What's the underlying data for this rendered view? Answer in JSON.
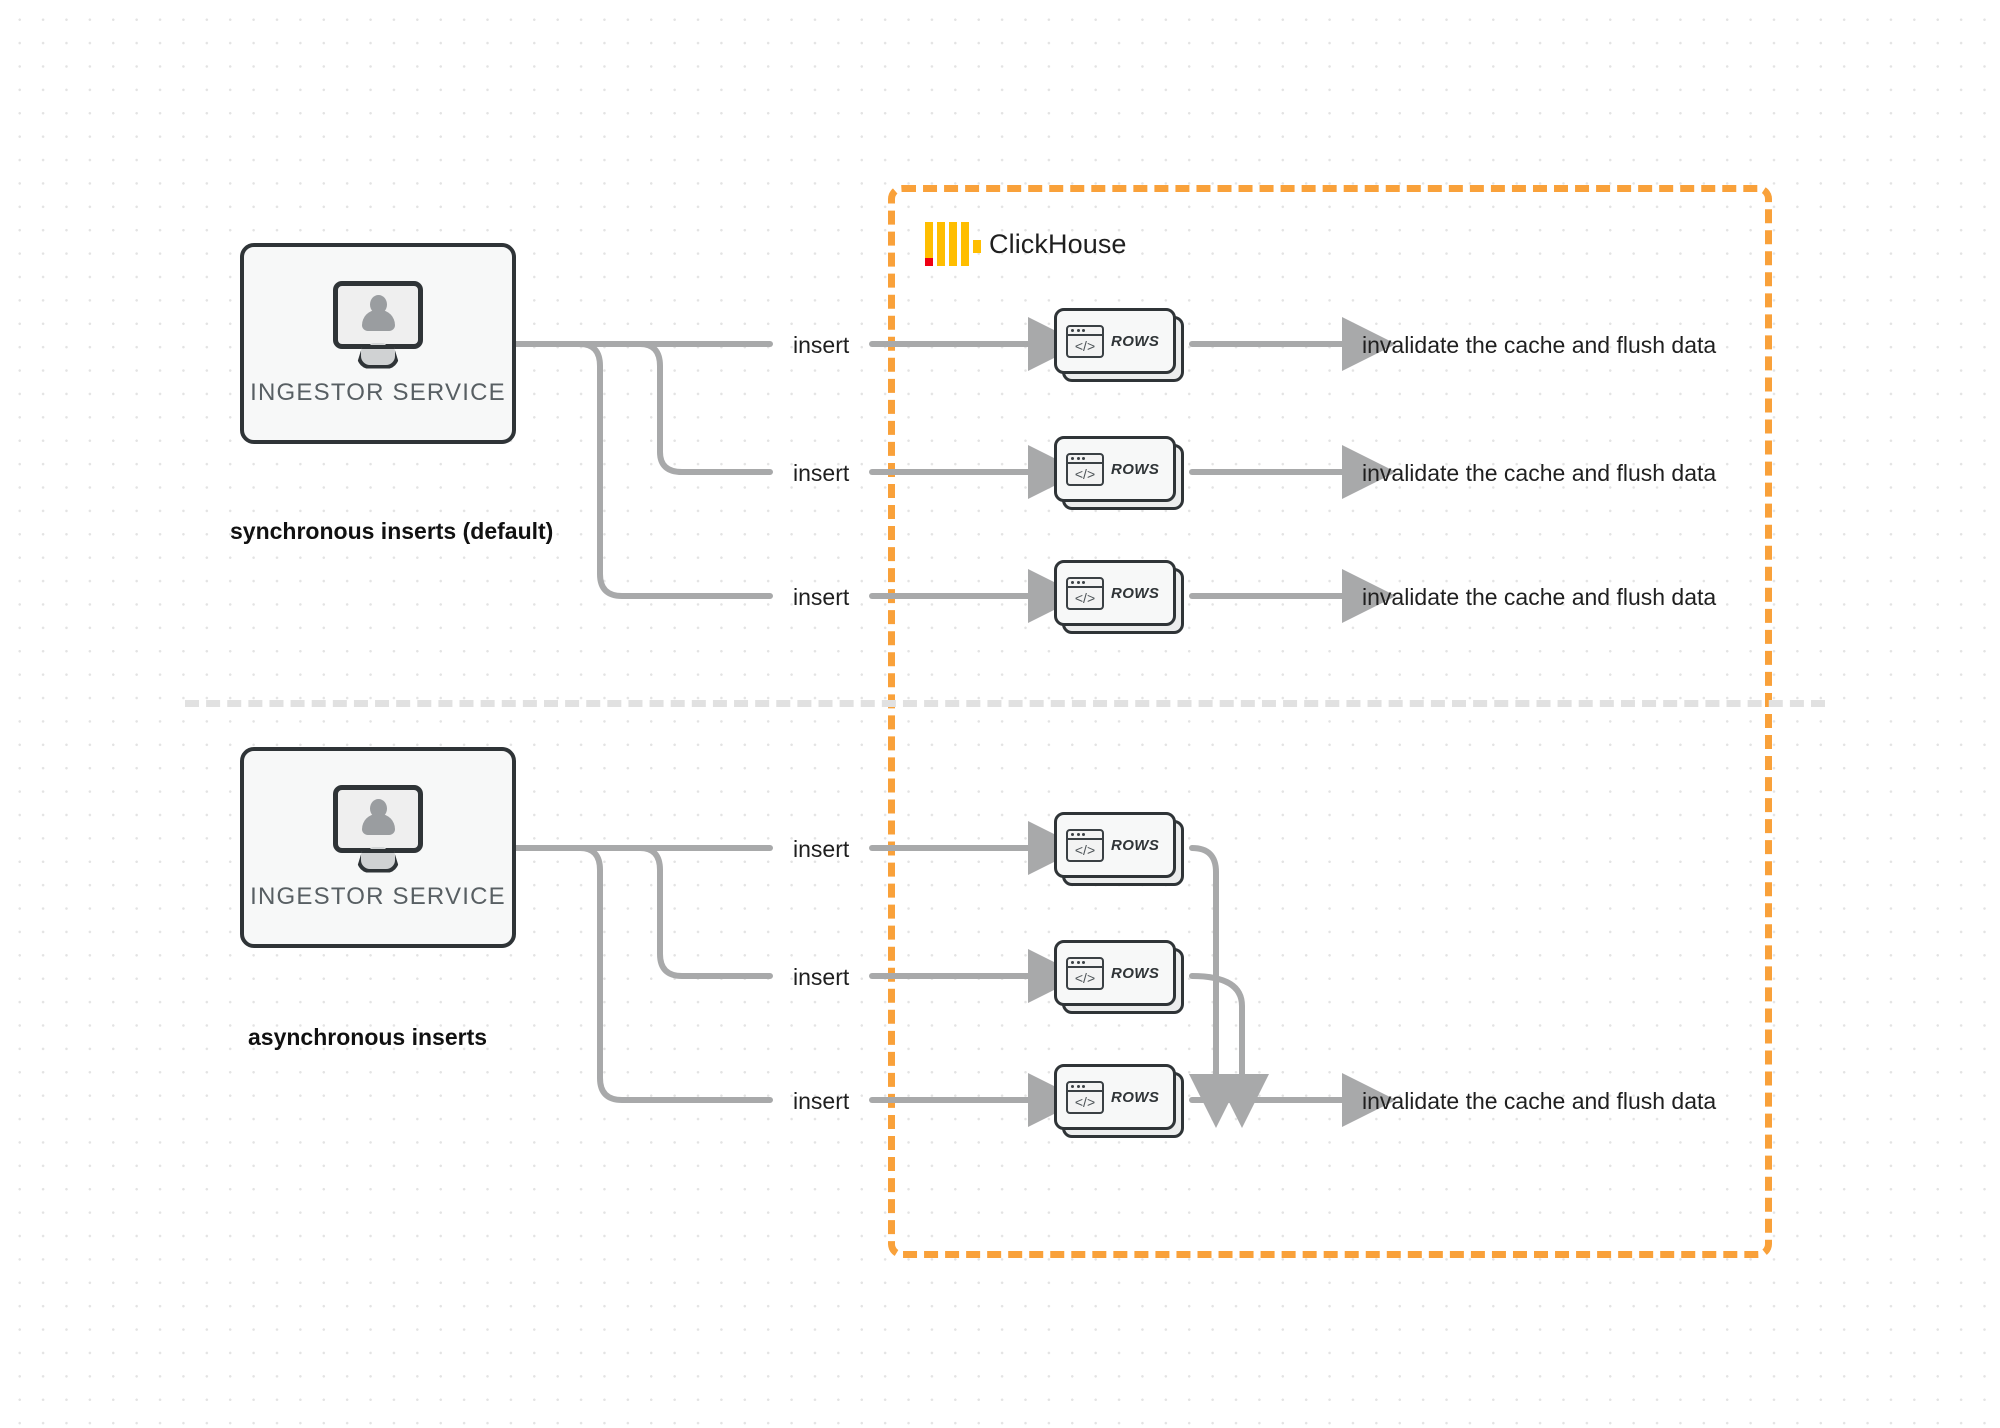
{
  "diagram": {
    "title": "ClickHouse synchronous vs asynchronous inserts",
    "colors": {
      "frame_orange": "#f9a13a",
      "logo_yellow": "#ffbe00",
      "logo_red": "#ef0013",
      "wire_gray": "#a8a9aa",
      "node_border": "#2f3437",
      "divider_gray": "#e1e1e1"
    }
  },
  "clickhouse": {
    "name": "ClickHouse",
    "logo_icon": "clickhouse-logo-icon"
  },
  "sections": [
    {
      "id": "synchronous",
      "caption": "synchronous inserts (default)",
      "source": {
        "label": "INGESTOR SERVICE",
        "icon": "monitor-user-icon"
      },
      "flows": [
        {
          "insert_label": "insert",
          "node_label": "ROWS",
          "node_icon": "code-window-icon",
          "result_label": "invalidate the cache and flush data"
        },
        {
          "insert_label": "insert",
          "node_label": "ROWS",
          "node_icon": "code-window-icon",
          "result_label": "invalidate the cache and flush data"
        },
        {
          "insert_label": "insert",
          "node_label": "ROWS",
          "node_icon": "code-window-icon",
          "result_label": "invalidate the cache and flush data"
        }
      ]
    },
    {
      "id": "asynchronous",
      "caption": "asynchronous inserts",
      "source": {
        "label": "INGESTOR SERVICE",
        "icon": "monitor-user-icon"
      },
      "flows": [
        {
          "insert_label": "insert",
          "node_label": "ROWS",
          "node_icon": "code-window-icon"
        },
        {
          "insert_label": "insert",
          "node_label": "ROWS",
          "node_icon": "code-window-icon"
        },
        {
          "insert_label": "insert",
          "node_label": "ROWS",
          "node_icon": "code-window-icon"
        }
      ],
      "merged_result_label": "invalidate the cache and flush data"
    }
  ]
}
